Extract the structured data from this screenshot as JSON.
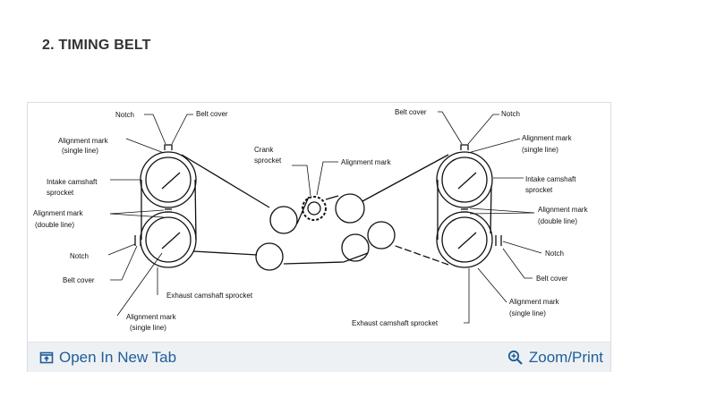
{
  "section_title": "2. TIMING BELT",
  "diagram": {
    "labels": {
      "notch_tl": "Notch",
      "belt_cover_tl": "Belt cover",
      "align_single_l_1": "Alignment mark",
      "align_single_l_2": "(single line)",
      "intake_l_1": "Intake camshaft",
      "intake_l_2": "sprocket",
      "align_double_l_1": "Alignment mark",
      "align_double_l_2": "(double line)",
      "notch_bl": "Notch",
      "belt_cover_bl": "Belt cover",
      "exhaust_l": "Exhaust camshaft sprocket",
      "align_single_bl_1": "Alignment mark",
      "align_single_bl_2": "(single line)",
      "crank_1": "Crank",
      "crank_2": "sprocket",
      "align_crank": "Alignment mark",
      "belt_cover_tr": "Belt cover",
      "notch_tr": "Notch",
      "align_single_r_1": "Alignment mark",
      "align_single_r_2": "(single line)",
      "intake_r_1": "Intake camshaft",
      "intake_r_2": "sprocket",
      "align_double_r_1": "Alignment mark",
      "align_double_r_2": "(double line)",
      "notch_br": "Notch",
      "belt_cover_br": "Belt cover",
      "align_single_br_1": "Alignment mark",
      "align_single_br_2": "(single line)",
      "exhaust_r": "Exhaust camshaft sprocket"
    }
  },
  "toolbar": {
    "open_label": "Open In New Tab",
    "open_icon": "open-new-tab-icon",
    "zoom_label": "Zoom/Print",
    "zoom_icon": "zoom-in-icon",
    "link_color": "#1f5d99"
  }
}
